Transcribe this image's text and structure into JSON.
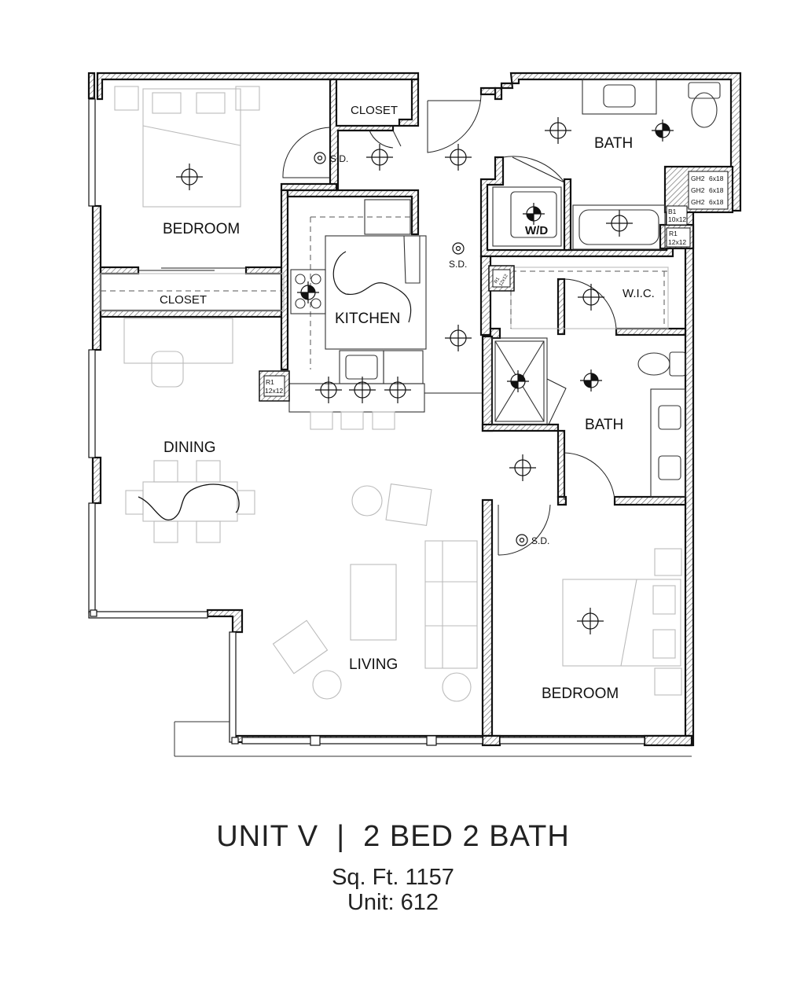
{
  "rooms": {
    "bedroom_1": "BEDROOM",
    "closet_1": "CLOSET",
    "closet_2": "CLOSET",
    "bath_1": "BATH",
    "wd": "W/D",
    "kitchen": "KITCHEN",
    "wic": "W.I.C.",
    "bath_2": "BATH",
    "dining": "DINING",
    "living": "LIVING",
    "bedroom_2": "BEDROOM"
  },
  "smoke_detectors": [
    "S.D.",
    "S.D.",
    "S.D."
  ],
  "grilles": {
    "r1_a_1": "R1",
    "r1_a_2": "12x12",
    "gh2_a": "GH2",
    "gh2_a_s": "6x18",
    "gh2_b": "GH2",
    "gh2_b_s": "6x18",
    "gh2_c": "GH2",
    "gh2_c_s": "6x18",
    "b1_1": "B1",
    "b1_2": "10x12",
    "r1_b_1": "R1",
    "r1_b_2": "12x12",
    "r1_c_1": "R1",
    "r1_c_2": "12x12"
  },
  "caption": {
    "title": "UNIT V  |  2 BED 2 BATH",
    "sqft": "Sq. Ft. 1157",
    "unit": "Unit: 612"
  }
}
